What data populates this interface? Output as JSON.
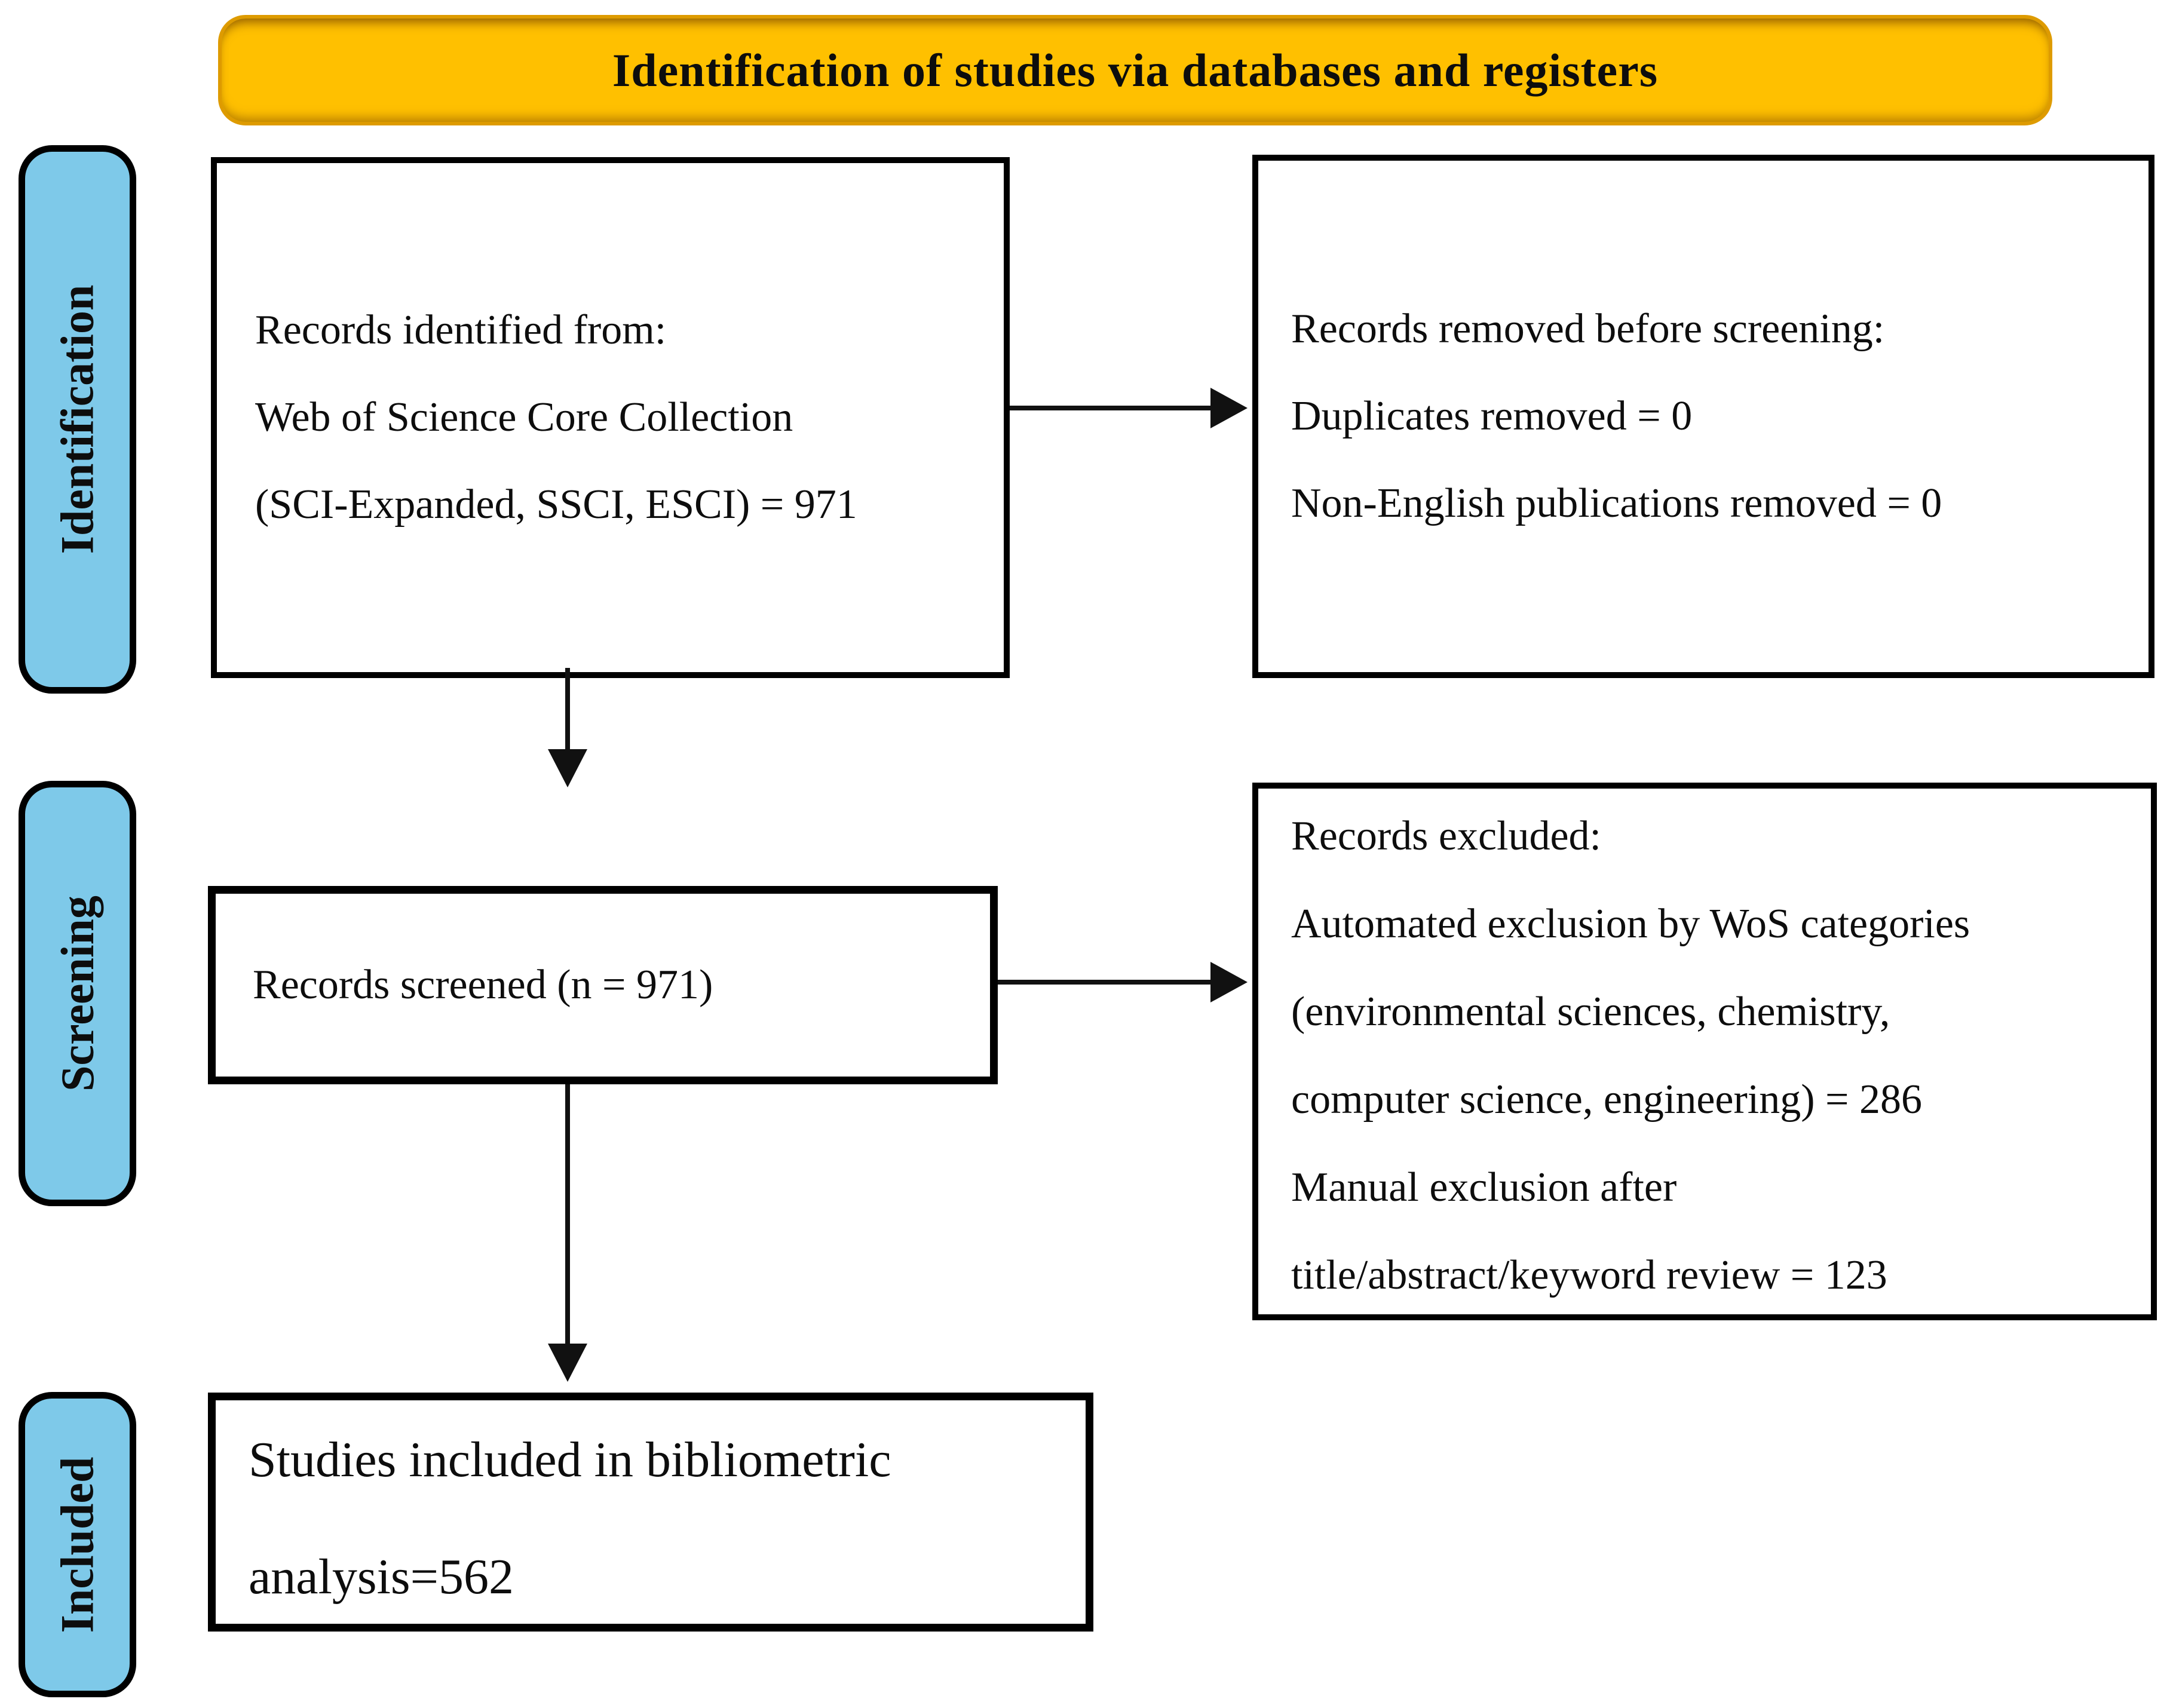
{
  "banner": {
    "title": "Identification of studies via databases and registers"
  },
  "stages": [
    {
      "id": "identification",
      "label": "Identification"
    },
    {
      "id": "screening",
      "label": "Screening"
    },
    {
      "id": "included",
      "label": "Included"
    }
  ],
  "boxes": {
    "identified": {
      "lines": [
        "Records identified from:",
        "Web of Science Core Collection",
        "(SCI-Expanded, SSCI,  ESCI) = 971"
      ]
    },
    "removed": {
      "lines": [
        "Records removed before screening:",
        "Duplicates removed = 0",
        "Non-English publications removed = 0"
      ]
    },
    "screened": {
      "lines": [
        "Records screened (n = 971)"
      ]
    },
    "excluded": {
      "lines": [
        "Records excluded:",
        "Automated exclusion by WoS categories",
        "(environmental sciences, chemistry,",
        "computer science, engineering) = 286",
        "Manual exclusion after",
        "title/abstract/keyword review = 123"
      ]
    },
    "included": {
      "lines": [
        "Studies included in bibliometric",
        "analysis=562"
      ]
    }
  },
  "colors": {
    "banner_fill": "#FFC000",
    "banner_border": "#DE9B00",
    "stage_fill": "#7EC9E9",
    "box_border": "#000000",
    "arrow": "#111111",
    "text": "#0D0D0D"
  }
}
